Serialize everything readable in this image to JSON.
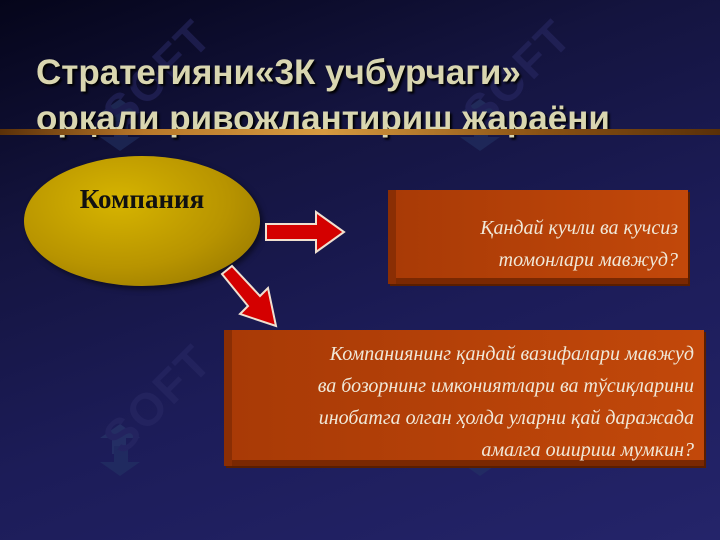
{
  "slide": {
    "title_line1": "Стратегияни«3К учбурчаги»",
    "title_line2": "орқали ривожлантириш жараёни",
    "ellipse_label": "Компания",
    "box1_lines": [
      "Қандай кучли ва кучсиз",
      "томонлари мавжуд?"
    ],
    "box2_lines": [
      "Компаниянинг қандай вазифалари мавжуд",
      "ва бозорнинг имкониятлари ва тўсиқларини",
      "инобатга олган ҳолда уларни қай даражада",
      "амалга ошириш мумкин?"
    ],
    "watermark_text": "SOFT"
  },
  "colors": {
    "ellipse_fill": "#b89400",
    "box_fill": "#c2480a",
    "arrow_red": "#d40000",
    "title_color": "#d9d6b0",
    "rule_color": "#b8782a"
  },
  "icons": [
    "watermark-logo-icon",
    "arrow-right-icon",
    "arrow-down-right-icon"
  ]
}
